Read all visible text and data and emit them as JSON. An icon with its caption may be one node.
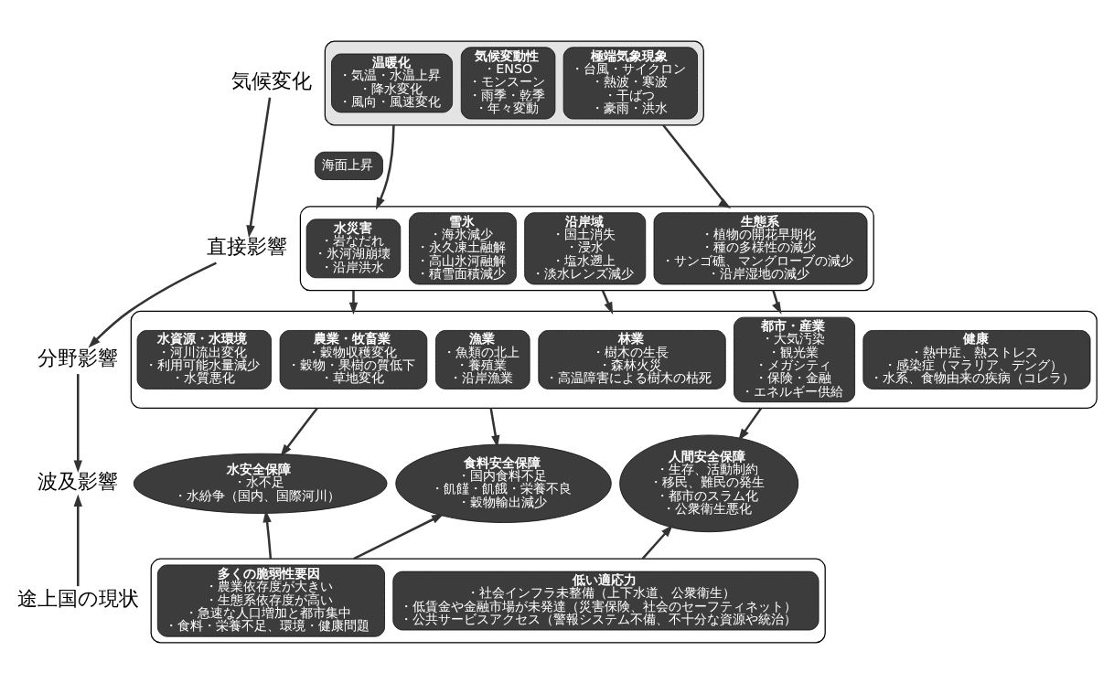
{
  "diagram": {
    "nodes": [
      {
        "text": [],
        "shape": "box"
      },
      {
        "text": [
          "温暖化",
          "・気温・水温上昇",
          "・降水変化",
          "・風向・風速変化"
        ],
        "in": 0
      },
      {
        "text": [
          "気候変動性",
          "・ENSO",
          "・モンスーン",
          "・雨季・乾季",
          "・年々変動"
        ],
        "in": 0
      },
      {
        "text": [
          "極端気象現象",
          "・台風・サイクロン",
          "・熱波・寒波",
          "・干ばつ",
          "・豪雨・洪水"
        ],
        "in": 0
      },
      {
        "text": [
          "海面上昇"
        ]
      },
      {
        "text": [],
        "shape": "box"
      },
      {
        "text": [
          "水災害",
          "・岩なだれ",
          "・氷河湖崩壊",
          "・沿岸洪水"
        ],
        "in": 5
      },
      {
        "text": [
          "雪氷",
          "・海氷減少",
          "・永久凍土融解",
          "・高山氷河融解",
          "・積雪面積減少"
        ],
        "in": 5
      },
      {
        "text": [
          "沿岸域",
          "・国土消失",
          "・浸水",
          "・塩水遡上",
          "・淡水レンズ減少"
        ],
        "in": 5
      },
      {
        "text": [
          "生態系",
          "・植物の開花早期化",
          "・種の多様性の減少",
          "・サンゴ礁、マングローブの減少",
          "・沿岸湿地の減少"
        ],
        "in": 5
      },
      {
        "text": [],
        "shape": "box"
      },
      {
        "text": [
          "水資源・水環境",
          "・河川流出変化",
          "・利用可能水量減少",
          "・水質悪化"
        ],
        "in": 10
      },
      {
        "text": [
          "農業・牧畜業",
          "・穀物収穫変化",
          "・穀物・果樹の質低下",
          "・草地変化"
        ],
        "in": 10
      },
      {
        "text": [
          "漁業",
          "・魚類の北上",
          "・養殖業",
          "・沿岸漁業"
        ],
        "in": 10
      },
      {
        "text": [
          "林業",
          "・樹木の生長",
          "・森林火災",
          "・高温障害による樹木の枯死"
        ],
        "in": 10
      },
      {
        "text": [
          "都市・産業",
          "・大気汚染",
          "・観光業",
          "・メガシティ",
          "・保険・金融",
          "・エネルギー供給"
        ],
        "in": 10
      },
      {
        "text": [
          "健康",
          "・熱中症、熱ストレス",
          "・感染症（マラリア、デング）",
          "・水系、食物由来の疾病（コレラ）"
        ],
        "in": 10
      },
      {
        "text": [
          "水安全保障",
          "・水不足",
          "・水紛争（国内、国際河川）"
        ]
      },
      {
        "text": [
          "食料安全保障",
          "・国内食料不足",
          "・飢饉・飢餓・栄養不良",
          "・穀物輸出減少"
        ]
      },
      {
        "text": [
          "人間安全保障",
          "・生存、活動制約",
          "・移民、難民の発生",
          "・都市のスラム化",
          "・公衆衛生悪化"
        ]
      },
      {
        "text": [],
        "shape": "box"
      },
      {
        "text": [
          "多くの脆弱性要因",
          "・農業依存度が大きい",
          "・生態系依存度が高い",
          "・急速な人口増加と都市集中",
          "・食料・栄養不足、環境・健康問題"
        ],
        "in": 20
      },
      {
        "text": [
          "低い適応力",
          "・社会インフラ未整備（上下水道、公衆衛生）",
          "・低賃金や金融市場が未発達（災害保険、社会のセーフティネット）",
          "・公共サービスアクセス（警報システム不備、不十分な資源や統治）"
        ],
        "in": 20
      },
      {
        "text": [
          "気候変化"
        ]
      },
      {
        "text": [
          "直接影響"
        ]
      },
      {
        "text": [
          "分野影響"
        ]
      },
      {
        "text": [
          "波及影響"
        ]
      },
      {
        "text": [
          "途上国の現状"
        ]
      }
    ],
    "edges": [
      {
        "from": 0,
        "to": 5,
        "arrow": "to"
      },
      {
        "from": 0,
        "to": 5,
        "arrow": "to"
      },
      {
        "from": 5,
        "to": 10,
        "arrow": "to"
      },
      {
        "from": 5,
        "to": 10,
        "arrow": "to"
      },
      {
        "from": 5,
        "to": 10,
        "arrow": "to"
      },
      {
        "from": 10,
        "to": 17,
        "arrow": "to"
      },
      {
        "from": 10,
        "to": 18,
        "arrow": "to"
      },
      {
        "from": 10,
        "to": 19,
        "arrow": "to"
      },
      {
        "from": 20,
        "to": 17,
        "arrow": "to"
      },
      {
        "from": 20,
        "to": 18,
        "arrow": "to"
      },
      {
        "from": 20,
        "to": 19,
        "arrow": "to"
      },
      {
        "from": 23,
        "to": 24,
        "arrow": "to"
      },
      {
        "from": 24,
        "to": 25,
        "arrow": "to"
      },
      {
        "from": 25,
        "to": 26,
        "arrow": "to"
      },
      {
        "from": 27,
        "to": 26,
        "arrow": "to"
      }
    ]
  }
}
